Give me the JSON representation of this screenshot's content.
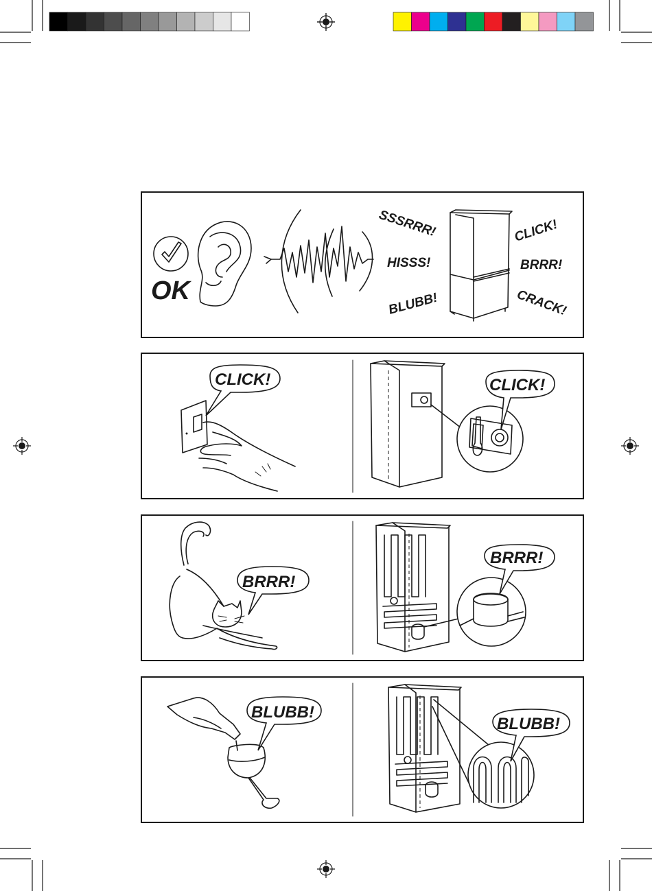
{
  "color_bar_left": [
    "#000000",
    "#1a1a1a",
    "#333333",
    "#4d4d4d",
    "#666666",
    "#808080",
    "#999999",
    "#b3b3b3",
    "#cccccc",
    "#e6e6e6",
    "#ffffff"
  ],
  "color_bar_right": [
    "#fff200",
    "#ec008c",
    "#00aeef",
    "#2e3192",
    "#00a651",
    "#ed1c24",
    "#231f20",
    "#fff799",
    "#f49ac1",
    "#7fd3f7",
    "#939598"
  ],
  "panel1": {
    "ok_label": "OK",
    "sounds": [
      "SSSRRR!",
      "HISSS!",
      "BLUBB!",
      "CLICK!",
      "BRRR!",
      "CRACK!"
    ]
  },
  "panel2": {
    "left_bubble": "CLICK!",
    "right_bubble": "CLICK!"
  },
  "panel3": {
    "left_bubble": "BRRR!",
    "right_bubble": "BRRR!"
  },
  "panel4": {
    "left_bubble": "BLUBB!",
    "right_bubble": "BLUBB!"
  },
  "icons": [
    "check-circle-icon",
    "ear-icon",
    "sound-wave-icon",
    "fridge-freezer-icon",
    "wall-switch-icon",
    "pointing-hand-icon",
    "thermostat-icon",
    "cat-icon",
    "compressor-icon",
    "wine-bottle-icon",
    "wine-glass-icon",
    "cooling-coil-icon",
    "registration-mark-icon"
  ]
}
